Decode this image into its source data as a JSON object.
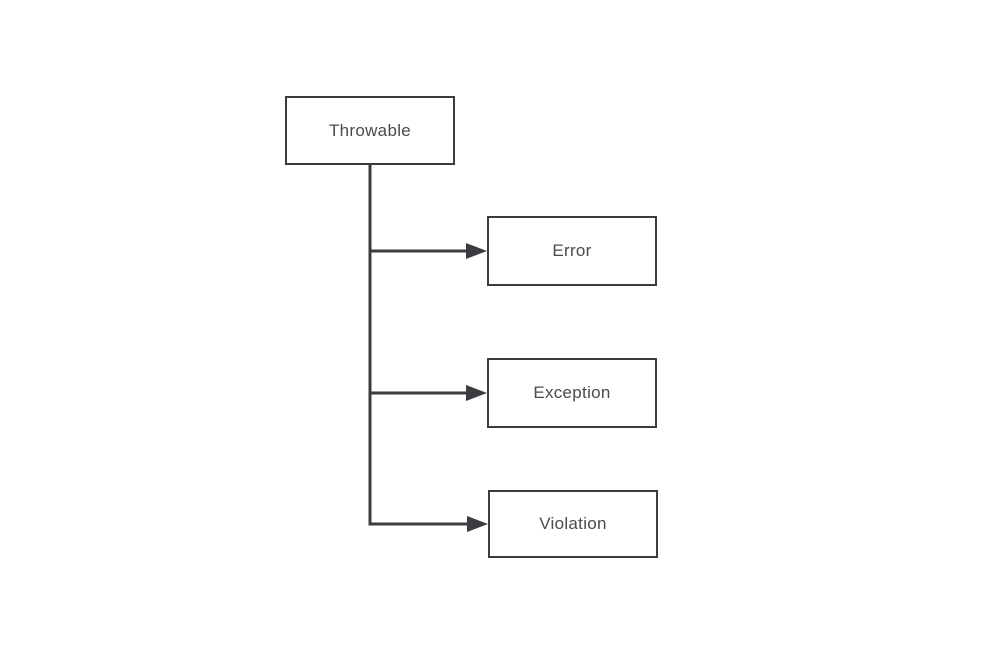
{
  "diagram": {
    "type": "tree-flowchart",
    "root": {
      "label": "Throwable"
    },
    "children": [
      {
        "label": "Error"
      },
      {
        "label": "Exception"
      },
      {
        "label": "Violation"
      }
    ],
    "relations": [
      {
        "from": "Throwable",
        "to": "Error"
      },
      {
        "from": "Throwable",
        "to": "Exception"
      },
      {
        "from": "Throwable",
        "to": "Violation"
      }
    ],
    "colors": {
      "background": "#ffffff",
      "box_fill": "#ffffff",
      "box_border": "#3b3b40",
      "line": "#3b3b40",
      "text": "#4a4a4f"
    }
  }
}
